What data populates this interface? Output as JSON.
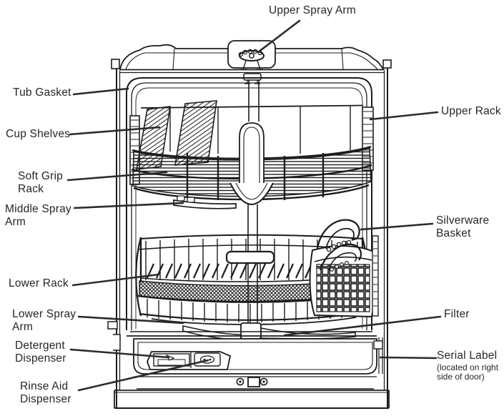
{
  "figure": {
    "subject": "Dishwasher parts diagram",
    "colors": {
      "line": "#1c1c1c",
      "text": "#262626",
      "background": "#ffffff"
    }
  },
  "callouts": {
    "upper_spray_arm": {
      "text": "Upper Spray Arm"
    },
    "tub_gasket": {
      "text": "Tub Gasket"
    },
    "cup_shelves": {
      "text": "Cup Shelves"
    },
    "soft_grip_rack": {
      "text": "Soft Grip\nRack"
    },
    "middle_spray_arm": {
      "text": "Middle Spray\nArm"
    },
    "lower_rack": {
      "text": "Lower Rack"
    },
    "lower_spray_arm": {
      "text": "Lower Spray\nArm"
    },
    "detergent_dispenser": {
      "text": "Detergent\nDispenser"
    },
    "rinse_aid_dispenser": {
      "text": "Rinse Aid\nDispenser"
    },
    "upper_rack": {
      "text": "Upper Rack"
    },
    "silverware_basket": {
      "text": "Silverware\nBasket"
    },
    "filter": {
      "text": "Filter"
    },
    "serial_label": {
      "text": "Serial Label",
      "note": "(located on right\nside of door)"
    }
  }
}
